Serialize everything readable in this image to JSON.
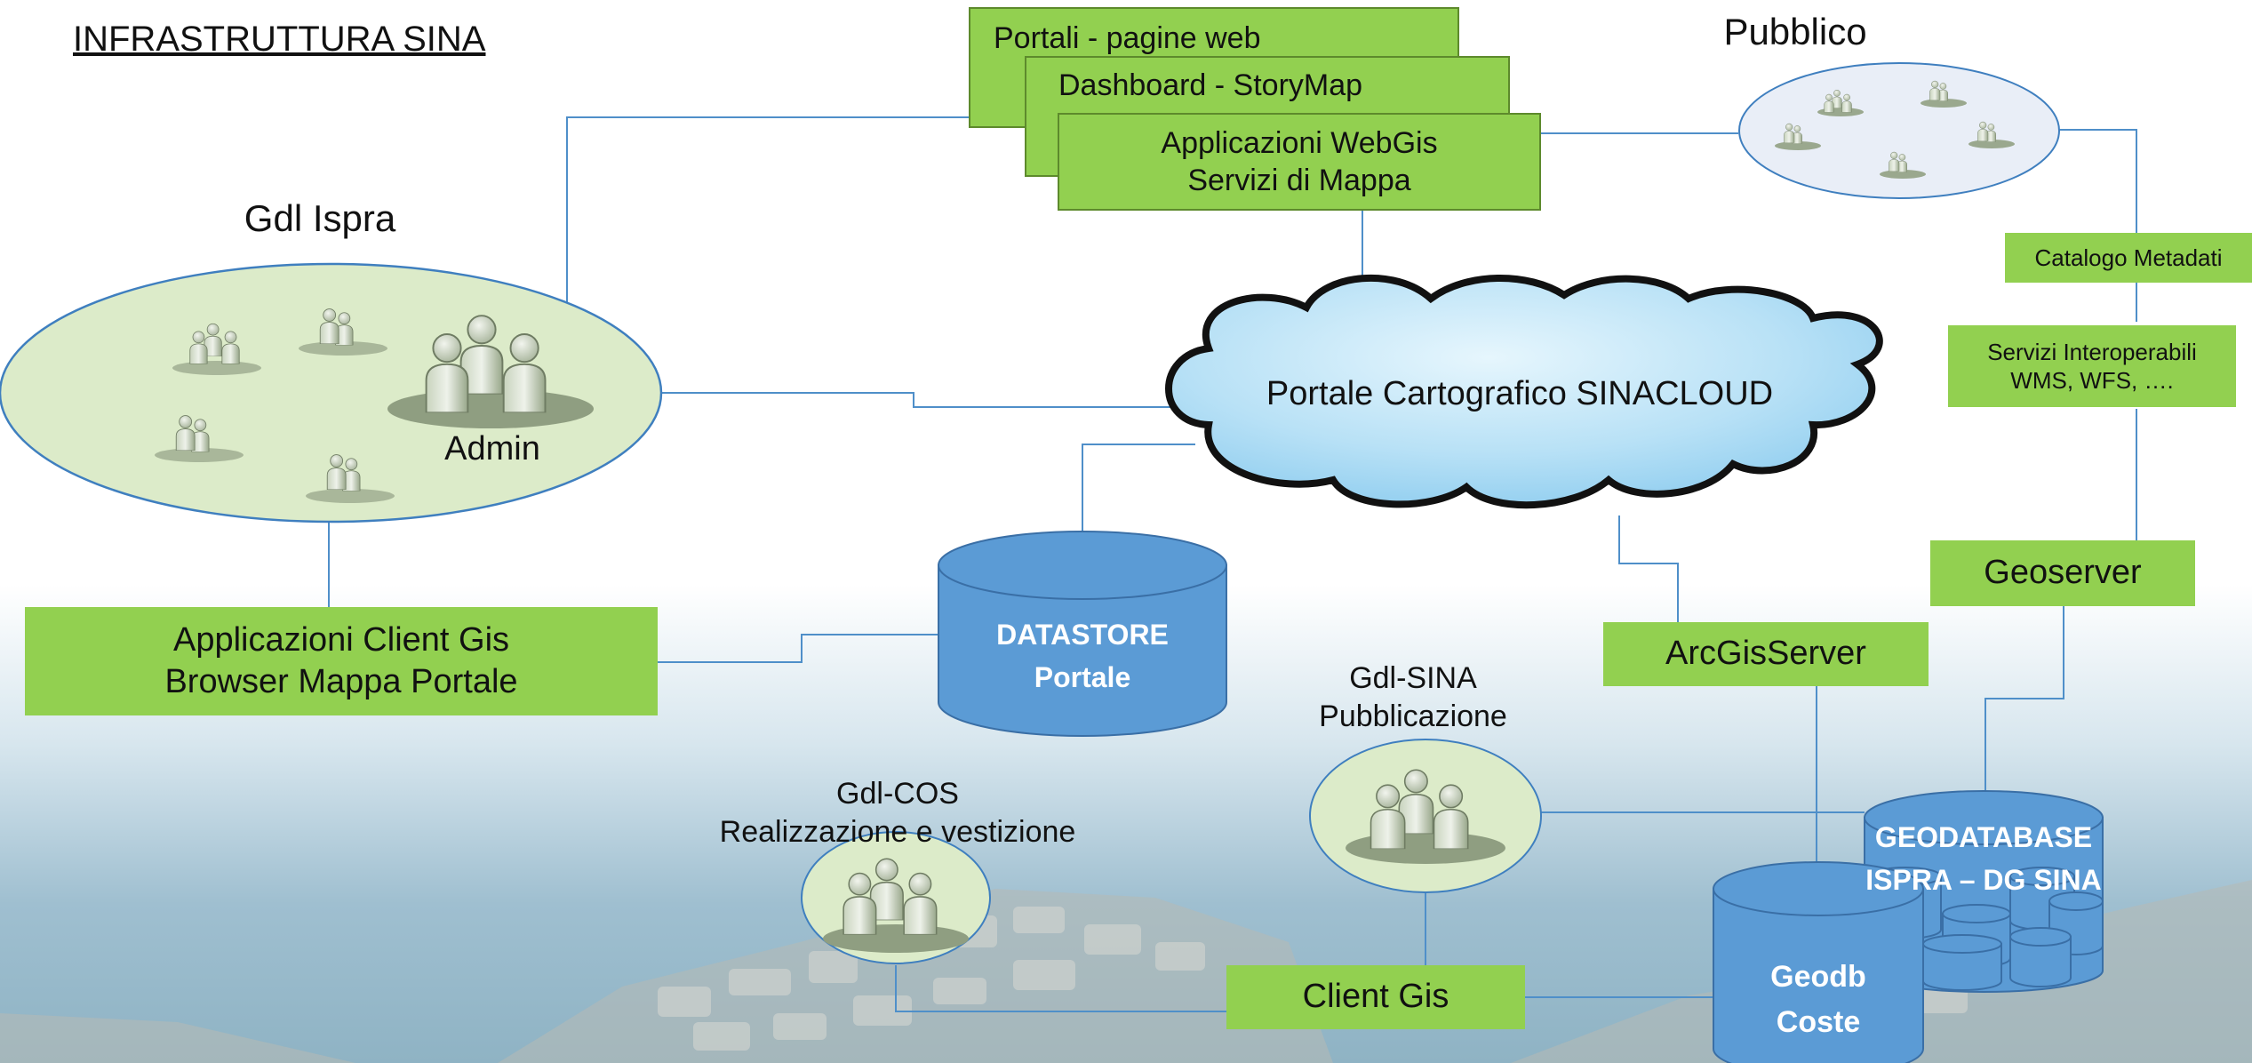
{
  "title": "INFRASTRUTTURA SINA",
  "groups": {
    "ispra": {
      "title": "Gdl Ispra",
      "admin": "Admin"
    },
    "pubblico": {
      "title": "Pubblico"
    },
    "gdl_sina": {
      "line1": "Gdl-SINA",
      "line2": "Pubblicazione"
    },
    "gdl_cos": {
      "line1": "Gdl-COS",
      "line2": "Realizzazione e vestizione"
    }
  },
  "apps_stack": {
    "portali": "Portali - pagine web",
    "dashboard": "Dashboard - StoryMap",
    "webgis_line1": "Applicazioni WebGis",
    "webgis_line2": "Servizi di Mappa"
  },
  "cloud": {
    "label": "Portale Cartografico SINACLOUD"
  },
  "boxes": {
    "client_gis_apps_line1": "Applicazioni Client Gis",
    "client_gis_apps_line2": "Browser Mappa Portale",
    "catalogo": "Catalogo Metadati",
    "servizi_line1": "Servizi Interoperabili",
    "servizi_line2": "WMS, WFS, ….",
    "geoserver": "Geoserver",
    "arcgisserver": "ArcGisServer",
    "client_gis": "Client Gis"
  },
  "databases": {
    "datastore_line1": "DATASTORE",
    "datastore_line2": "Portale",
    "geodatabase_line1": "GEODATABASE",
    "geodatabase_line2": "ISPRA – DG SINA",
    "geodb_line1": "Geodb",
    "geodb_line2": "Coste"
  },
  "colors": {
    "green_box": "#92d050",
    "cylinder_blue": "#5b9bd5",
    "connector": "#4f8fc9",
    "ispra_ellipse": "#dcebc9",
    "pubblico_ellipse": "#e9eef7",
    "cloud": "#bde3f7"
  },
  "icons": [
    "user-group-icon",
    "user-pair-icon",
    "cloud-icon",
    "database-cylinder-icon"
  ]
}
